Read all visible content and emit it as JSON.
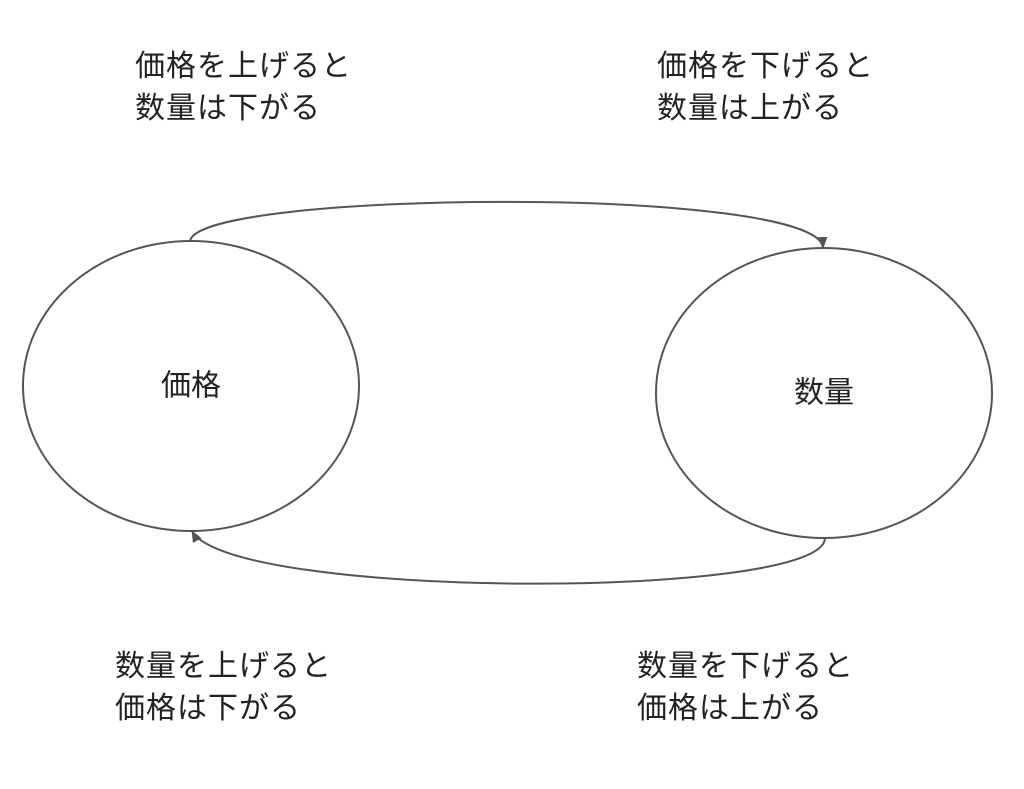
{
  "nodes": {
    "price": "価格",
    "quantity": "数量"
  },
  "captions": {
    "top_left": {
      "line1": "価格を上げると",
      "line2": "数量は下がる"
    },
    "top_right": {
      "line1": "価格を下げると",
      "line2": "数量は上がる"
    },
    "bottom_left": {
      "line1": "数量を上げると",
      "line2": "価格は下がる"
    },
    "bottom_right": {
      "line1": "数量を下げると",
      "line2": "価格は上がる"
    }
  },
  "colors": {
    "stroke": "#555555",
    "text": "#222222"
  }
}
